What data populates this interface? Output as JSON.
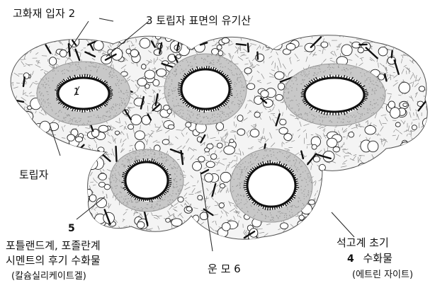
{
  "diagram": {
    "labels": {
      "cement_particle": {
        "text": "고화재 입자",
        "number": "2"
      },
      "organic_acid": {
        "number": "3",
        "text": "토립자 표면의 유기산"
      },
      "particle_core_number": "1",
      "soil_particle": "토립자",
      "portland": {
        "number": "5",
        "line1": "포틀랜드계, 포졸란계",
        "line2": "시멘트의 후기 수화물",
        "line3": "(칼슘실리케이트겔)"
      },
      "mica": {
        "text": "운 모",
        "number": "6"
      },
      "gypsum": {
        "line1": "석고계 초기",
        "number": "4",
        "line2": "수화물",
        "line3": "(에트린 자이트)"
      }
    },
    "colors": {
      "ink": "#111111",
      "halo": "#c8c8c8",
      "hatch": "#8a8a8a"
    }
  }
}
